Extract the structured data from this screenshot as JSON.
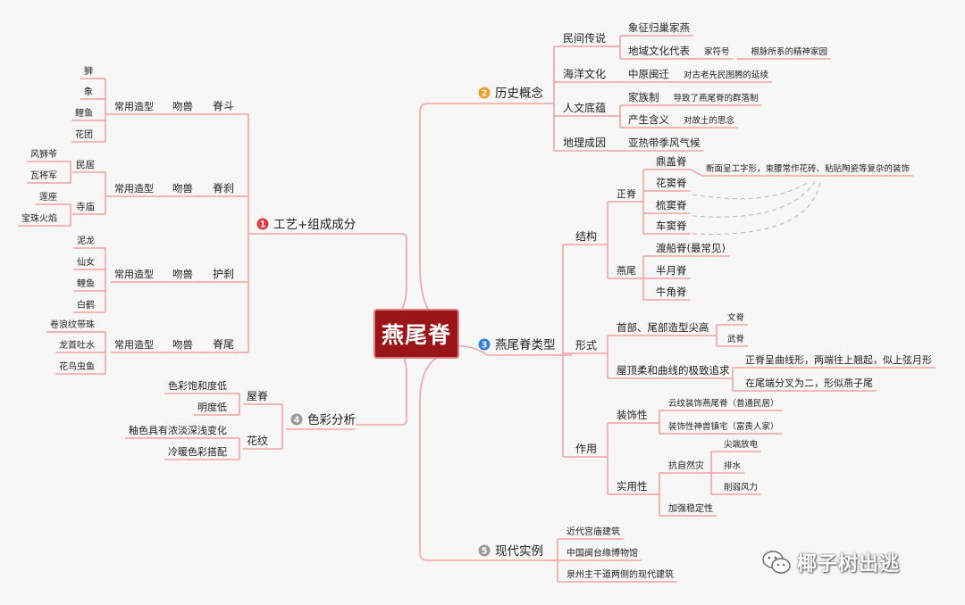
{
  "root": "燕尾脊",
  "watermark": "椰子树出逃",
  "colors": {
    "line": "#f3a3a3",
    "root_bg": "#9a1518",
    "num_red": "#e03b3b",
    "num_orange": "#f0a020",
    "num_blue": "#2f7fd8",
    "num_gray": "#9a9a9a"
  },
  "branches": [
    {
      "num": "1",
      "label": "工艺+组成成分"
    },
    {
      "num": "2",
      "label": "历史概念"
    },
    {
      "num": "3",
      "label": "燕尾脊类型"
    },
    {
      "num": "4",
      "label": "色彩分析"
    },
    {
      "num": "5",
      "label": "现代实例"
    }
  ],
  "craft": [
    {
      "name": "脊斗",
      "beast": "吻兽",
      "style": "常用造型",
      "items": [
        "狮",
        "象",
        "鲤鱼",
        "花团"
      ]
    },
    {
      "name": "脊刹",
      "beast": "吻兽",
      "style": "常用造型",
      "groups": [
        {
          "name": "民居",
          "items": [
            "风狮爷",
            "瓦将军"
          ]
        },
        {
          "name": "寺庙",
          "items": [
            "莲座",
            "宝珠火焰"
          ]
        }
      ]
    },
    {
      "name": "护刹",
      "beast": "吻兽",
      "style": "常用造型",
      "items": [
        "泥龙",
        "仙女",
        "鲤鱼",
        "白鹤"
      ]
    },
    {
      "name": "脊尾",
      "beast": "吻兽",
      "style": "常用造型",
      "items": [
        "卷浪纹带珠",
        "龙首吐水",
        "花鸟虫鱼"
      ]
    }
  ],
  "colour_analysis": [
    {
      "name": "屋脊",
      "items": [
        "色彩饱和度低",
        "明度低"
      ]
    },
    {
      "name": "花纹",
      "items": [
        "釉色具有浓淡深浅变化",
        "冷暖色彩搭配"
      ]
    }
  ],
  "history": [
    {
      "name": "民间传说",
      "items": [
        {
          "text": "象征归巢家燕"
        },
        {
          "text": "地域文化代表",
          "subs": [
            "家符号",
            "根脉所系的精神家园"
          ]
        }
      ]
    },
    {
      "name": "海洋文化",
      "items": [
        {
          "text": "中原闽迁",
          "subs": [
            "对古老先民图腾的延续"
          ]
        }
      ]
    },
    {
      "name": "人文底蕴",
      "items": [
        {
          "text": "家族制",
          "subs": [
            "导致了燕尾脊的群落制"
          ]
        },
        {
          "text": "产生含义",
          "subs": [
            "对故土的思念"
          ]
        }
      ]
    },
    {
      "name": "地理成因",
      "items": [
        {
          "text": "亚热带季风气候"
        }
      ]
    }
  ],
  "types": {
    "structure": {
      "name": "结构",
      "groups": [
        {
          "name": "正脊",
          "items": [
            "鼎盖脊",
            "花窦脊",
            "梳窦脊",
            "车窦脊"
          ],
          "note": "断面呈工字形，束腰常作花砖、粘贴陶瓷等复杂的装饰"
        },
        {
          "name": "燕尾",
          "items": [
            "渡船脊(最常见)",
            "半月脊",
            "牛角脊"
          ]
        }
      ]
    },
    "form": {
      "name": "形式",
      "groups": [
        {
          "name": "首部、尾部造型尖高",
          "items": [
            "文脊",
            "武脊"
          ]
        },
        {
          "name": "屋顶柔和曲线的极致追求",
          "items": [
            "正脊呈曲线形，两端往上翘起，似上弦月形",
            "在尾端分叉为二，形似燕子尾"
          ]
        }
      ]
    },
    "function": {
      "name": "作用",
      "groups": [
        {
          "name": "装饰性",
          "items": [
            "云纹装饰燕尾脊（普通民居）",
            "装饰性神兽镇宅（富贵人家）"
          ]
        },
        {
          "name": "实用性",
          "subgroups": [
            {
              "name": "抗自然灾",
              "items": [
                "尖端放电",
                "排水",
                "削弱风力"
              ]
            },
            {
              "name": "加强稳定性",
              "items": []
            }
          ]
        }
      ]
    }
  },
  "modern": [
    "近代宫庙建筑",
    "中国闽台缘博物馆",
    "泉州主干道两侧的现代建筑"
  ]
}
